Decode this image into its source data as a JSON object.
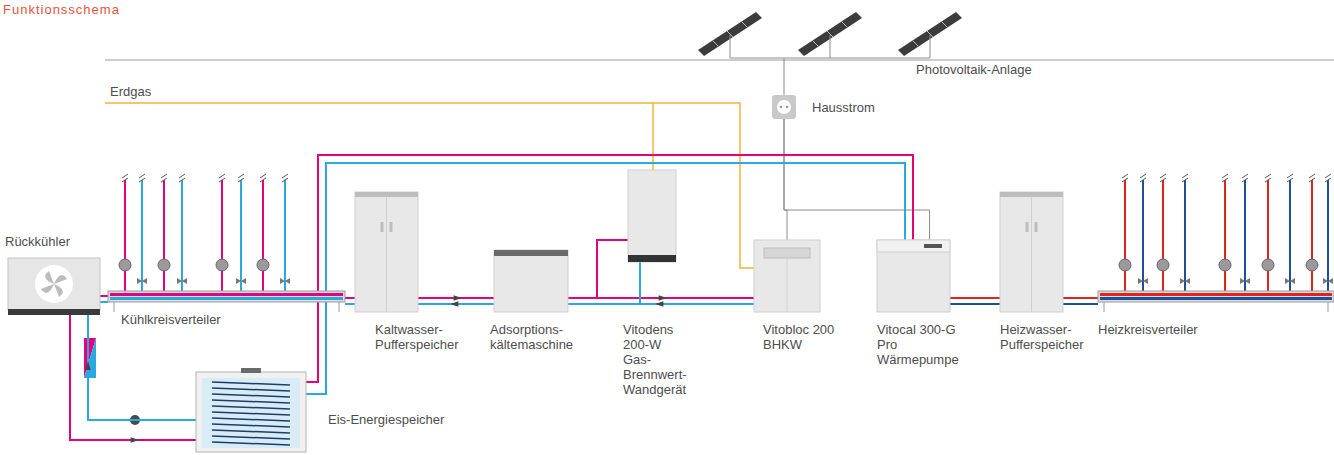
{
  "diagram": {
    "title": "Funktionsschema",
    "nodes": [
      {
        "text": [
          "Photovoltaik-Anlage"
        ]
      },
      {
        "text": [
          "Hausstrom"
        ]
      },
      {
        "text": [
          "Rückkühler"
        ]
      },
      {
        "text": [
          "Kühlkreisverteiler"
        ]
      },
      {
        "text": [
          "Kaltwasser- Pufferspeicher"
        ]
      },
      {
        "text": [
          "Adsorptions- kältemaschine"
        ]
      },
      {
        "text": [
          "Vitodens 200-W Gas- Brennwert- Wandgerät"
        ]
      },
      {
        "text": [
          "Vitobloc 200 BHKW"
        ]
      },
      {
        "text": [
          "Vitocal 300-G Pro Wärmepumpe"
        ]
      },
      {
        "text": [
          "Heizwasser- Pufferspeicher"
        ]
      },
      {
        "text": [
          "Heizkreisverteiler"
        ]
      },
      {
        "text": [
          "Eis-Energiespeicher"
        ]
      }
    ],
    "edges": [
      {
        "from": 0,
        "to": 1,
        "arrow": "none"
      },
      {
        "from": 1,
        "to": 7,
        "arrow": "none"
      },
      {
        "from": 1,
        "to": 8,
        "arrow": "none"
      },
      {
        "from": 2,
        "to": 3,
        "arrow": "none"
      },
      {
        "from": 2,
        "to": 11,
        "arrow": "both"
      },
      {
        "from": 3,
        "to": 4,
        "arrow": "none"
      },
      {
        "from": 4,
        "to": 5,
        "arrow": "both"
      },
      {
        "from": 5,
        "to": 7,
        "arrow": "both"
      },
      {
        "from": 5,
        "to": 6,
        "arrow": "none"
      },
      {
        "from": 11,
        "to": 8,
        "arrow": "none"
      },
      {
        "from": 8,
        "to": 9,
        "arrow": "none"
      },
      {
        "from": 9,
        "to": 10,
        "arrow": "none"
      }
    ],
    "labels": [
      "Erdgas"
    ]
  }
}
